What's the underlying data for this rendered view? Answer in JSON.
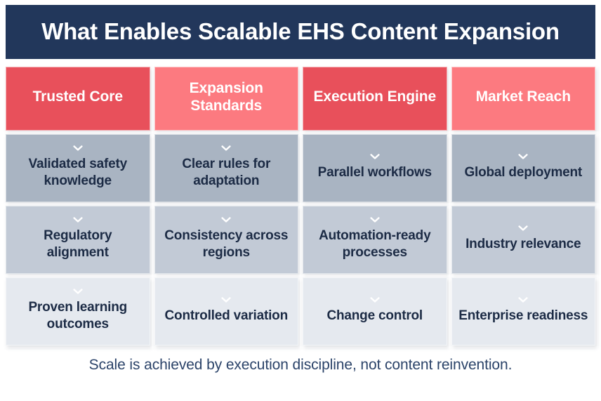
{
  "title": "What Enables Scalable EHS Content Expansion",
  "colors": {
    "banner_bg": "#22375B",
    "header_dark": "#E8505B",
    "header_light": "#FC7A80",
    "row1_bg": "#A9B4C2",
    "row2_bg": "#C2CAD6",
    "row3_bg": "#E5E9EF",
    "body_text": "#1C2B45",
    "footer_text": "#2B4369"
  },
  "icons": {
    "chevron": "chevron-down-icon"
  },
  "columns": [
    {
      "header": "Trusted Core",
      "tone": "dark"
    },
    {
      "header": "Expansion Standards",
      "tone": "light"
    },
    {
      "header": "Execution Engine",
      "tone": "dark"
    },
    {
      "header": "Market Reach",
      "tone": "light"
    }
  ],
  "rows": [
    {
      "cells": [
        "Validated safety knowledge",
        "Clear rules for adaptation",
        "Parallel workflows",
        "Global deployment"
      ]
    },
    {
      "cells": [
        "Regulatory alignment",
        "Consistency across regions",
        "Automation-ready processes",
        "Industry relevance"
      ]
    },
    {
      "cells": [
        "Proven learning outcomes",
        "Controlled variation",
        "Change control",
        "Enterprise readiness"
      ]
    }
  ],
  "footer": "Scale is achieved by execution discipline, not content reinvention."
}
